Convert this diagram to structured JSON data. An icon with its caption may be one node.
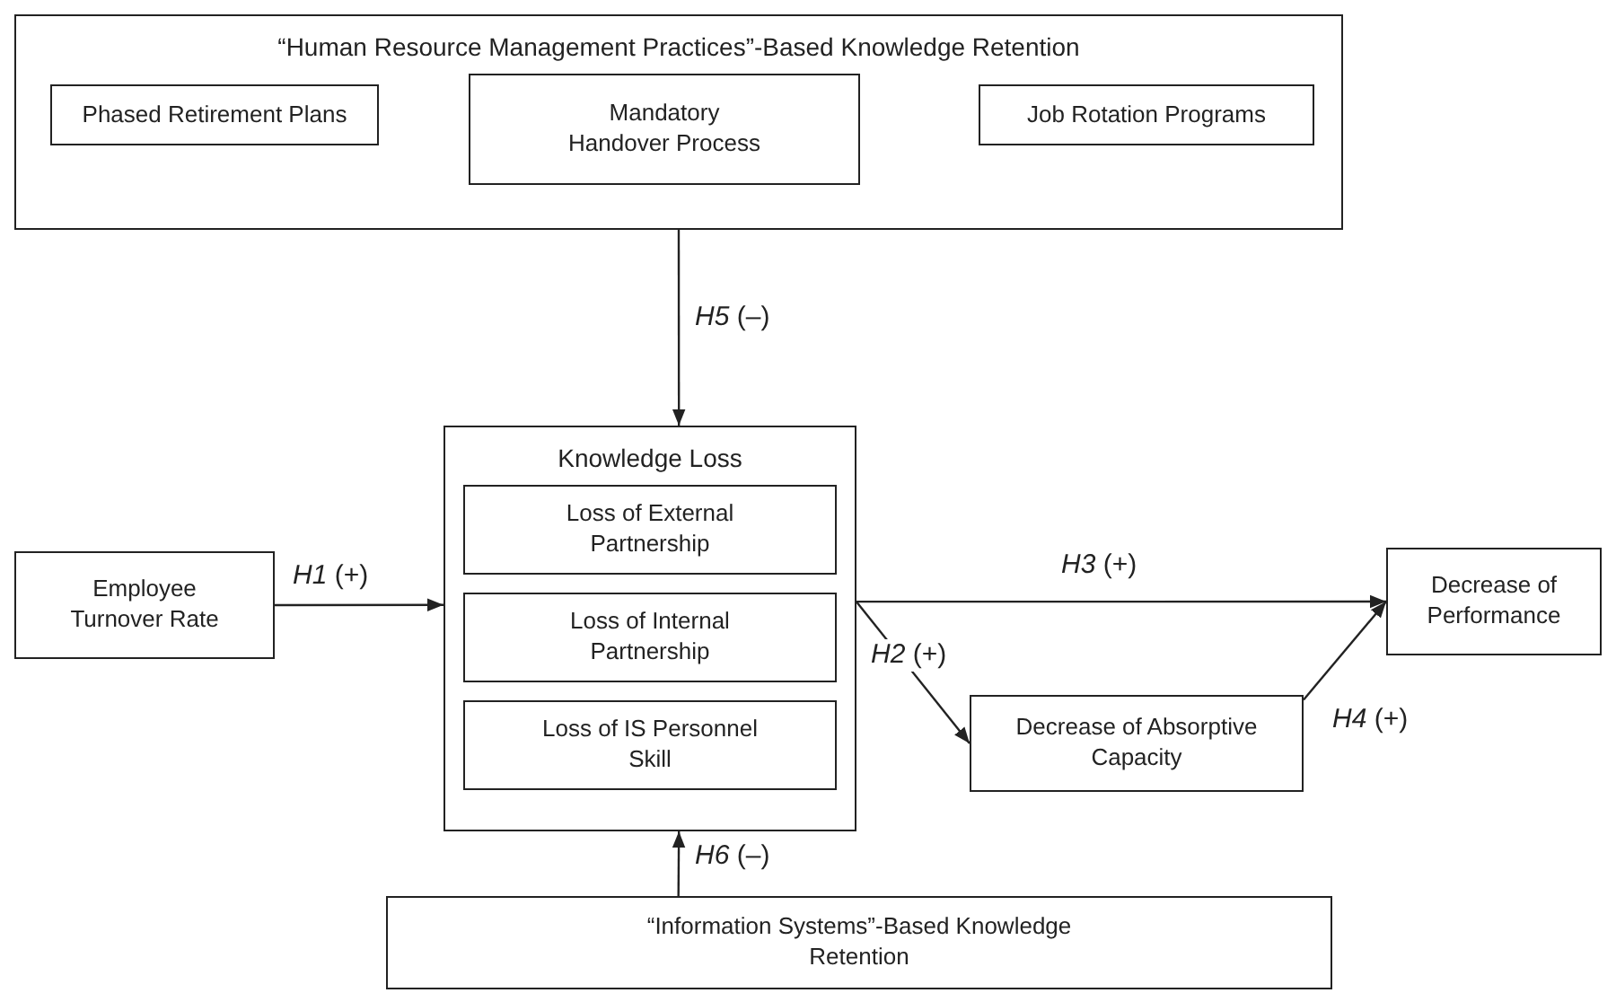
{
  "diagram": {
    "nodes": [
      {
        "text": [
          "“Human Resource Management Practices”-Based Knowledge Retention"
        ]
      },
      {
        "text": [
          "Phased Retirement Plans"
        ],
        "in": 0
      },
      {
        "text": [
          "Mandatory Handover Process"
        ],
        "in": 0
      },
      {
        "text": [
          "Job Rotation Programs"
        ],
        "in": 0
      },
      {
        "text": [
          "Knowledge Loss"
        ]
      },
      {
        "text": [
          "Loss of External Partnership"
        ],
        "in": 4
      },
      {
        "text": [
          "Loss of Internal Partnership"
        ],
        "in": 4
      },
      {
        "text": [
          "Loss of IS Personnel Skill"
        ],
        "in": 4
      },
      {
        "text": [
          "Employee Turnover Rate"
        ]
      },
      {
        "text": [
          "Decrease of Performance"
        ]
      },
      {
        "text": [
          "Decrease of Absorptive Capacity"
        ]
      },
      {
        "text": [
          "“Information Systems”-Based Knowledge Retention"
        ]
      }
    ],
    "edges": [
      {
        "from": 0,
        "to": 4,
        "arrow": "to",
        "label": "*H5* (–)"
      },
      {
        "from": 8,
        "to": 4,
        "arrow": "to",
        "label": "*H1* (+)"
      },
      {
        "from": 4,
        "to": 9,
        "arrow": "to",
        "label": "*H3* (+)"
      },
      {
        "from": 4,
        "to": 10,
        "arrow": "to",
        "label": "*H2* (+)"
      },
      {
        "from": 10,
        "to": 9,
        "arrow": "to",
        "label": "*H4* (+)"
      },
      {
        "from": 11,
        "to": 4,
        "arrow": "to",
        "label": "*H6* (–)"
      }
    ]
  }
}
